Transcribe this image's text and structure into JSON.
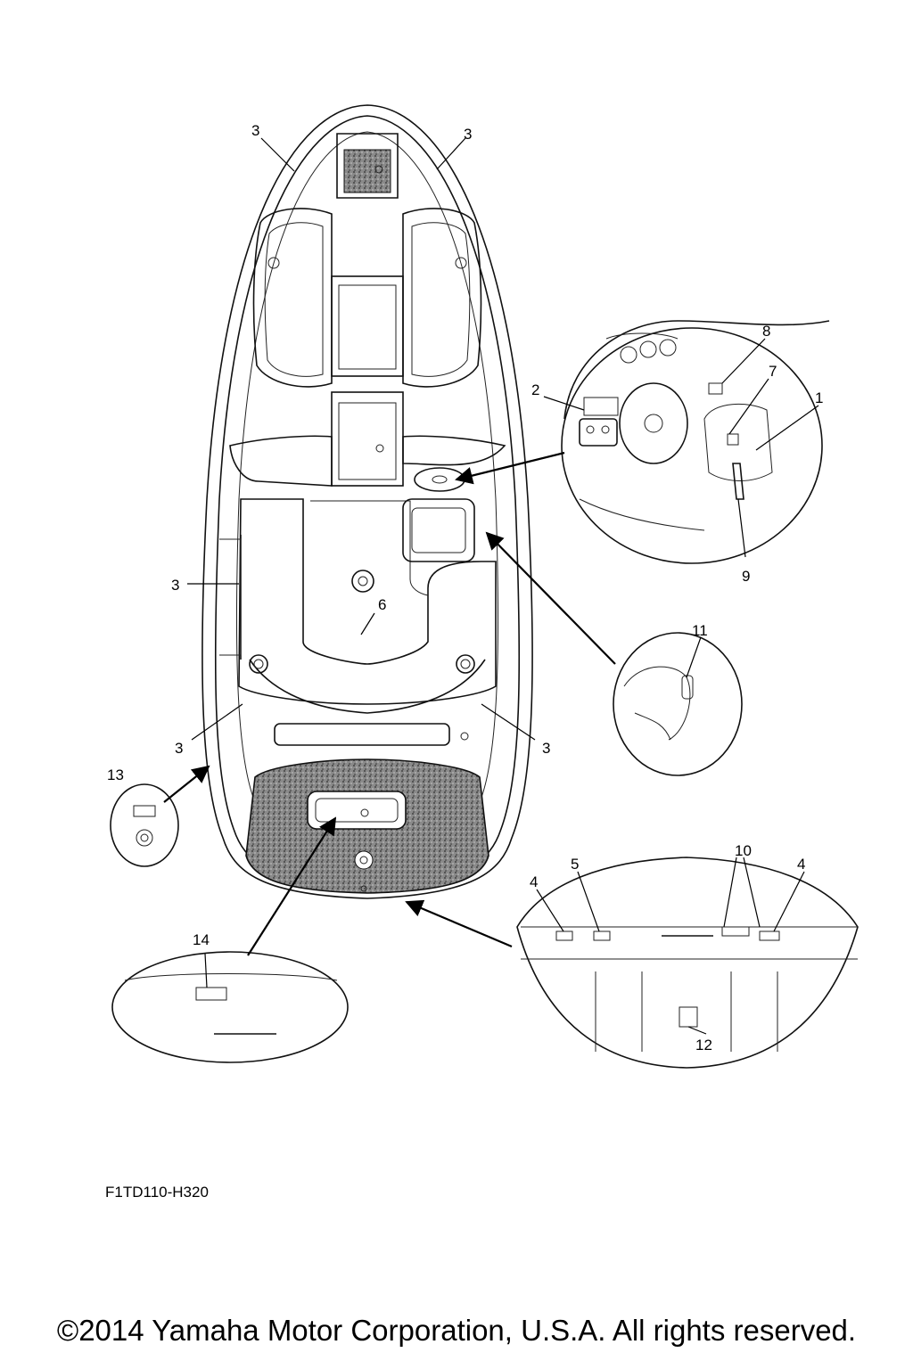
{
  "diagram": {
    "callouts": {
      "c1": "1",
      "c2": "2",
      "c3a": "3",
      "c3b": "3",
      "c3c": "3",
      "c3d": "3",
      "c3e": "3",
      "c4a": "4",
      "c4b": "4",
      "c5": "5",
      "c6": "6",
      "c7": "7",
      "c8": "8",
      "c9": "9",
      "c10": "10",
      "c11": "11",
      "c12": "12",
      "c13": "13",
      "c14": "14"
    },
    "code": "F1TD110-H320"
  },
  "footer": {
    "copyright": "©2014 Yamaha Motor Corporation, U.S.A. All rights reserved."
  }
}
